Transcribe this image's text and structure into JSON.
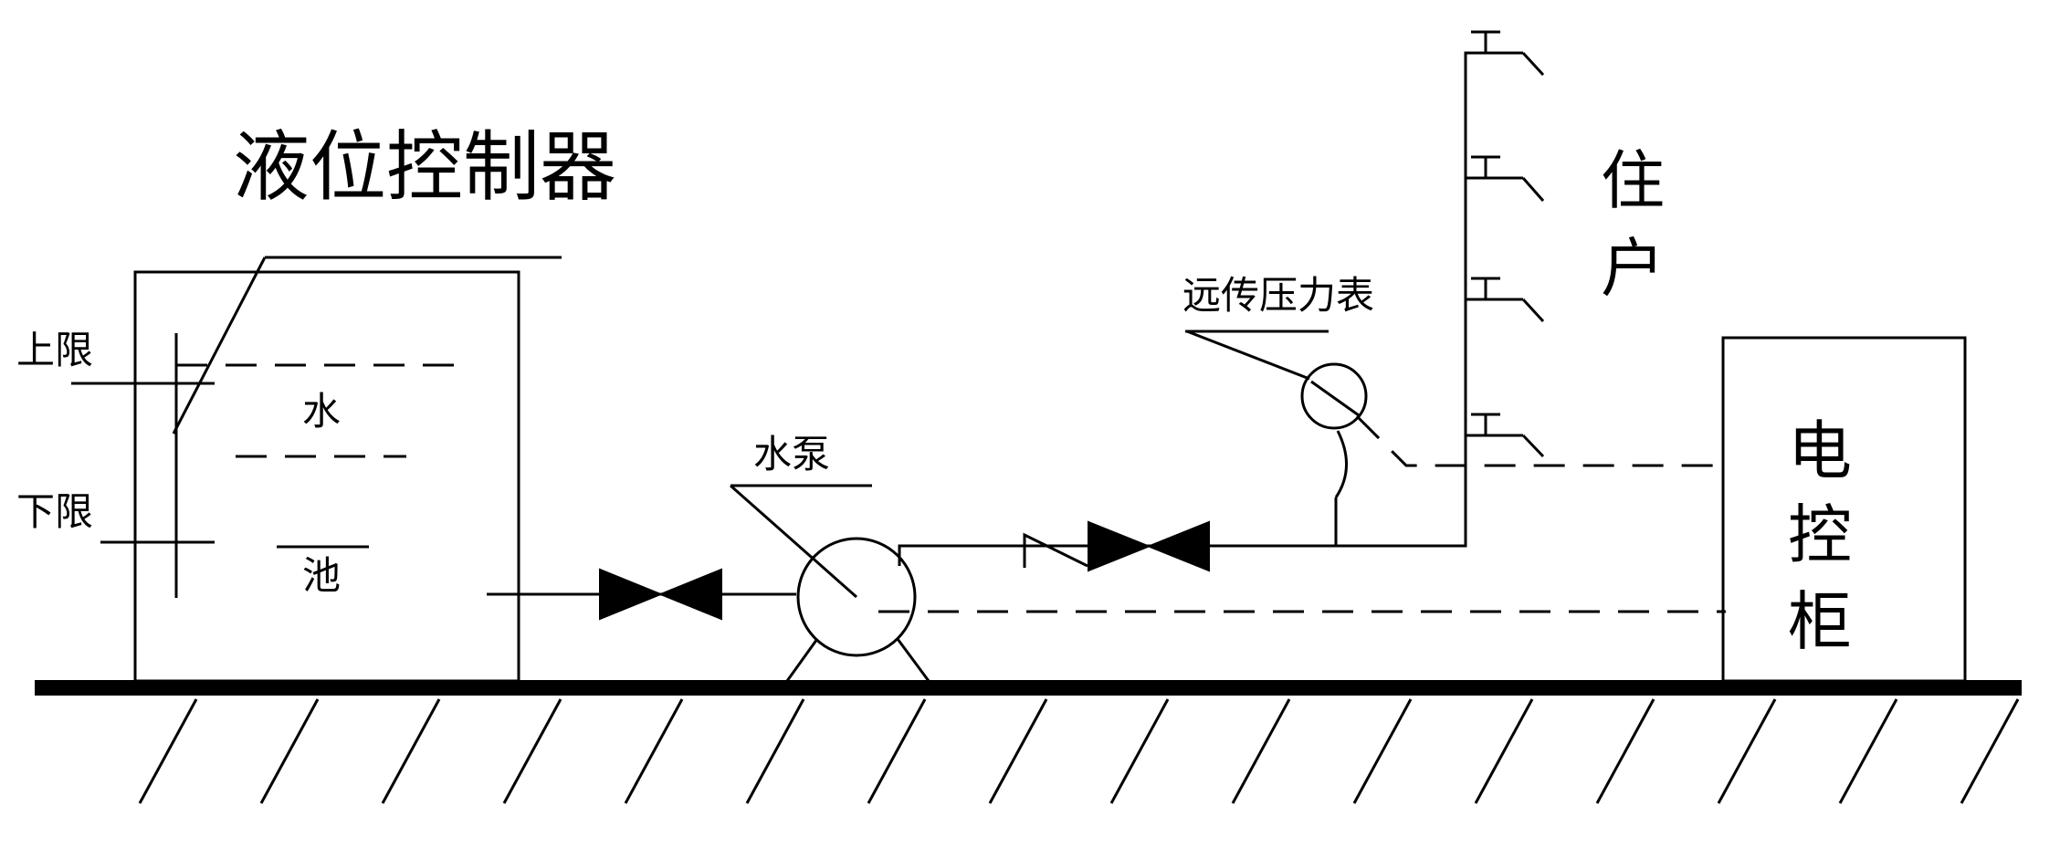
{
  "labels": {
    "controller": "液位控制器",
    "upper_limit": "上限",
    "lower_limit": "下限",
    "pool_top": "水",
    "pool_bottom": "池",
    "pump": "水泵",
    "pressure_gauge": "远传压力表",
    "residents_1": "住",
    "residents_2": "户",
    "cabinet_1": "电",
    "cabinet_2": "控",
    "cabinet_3": "柜"
  }
}
